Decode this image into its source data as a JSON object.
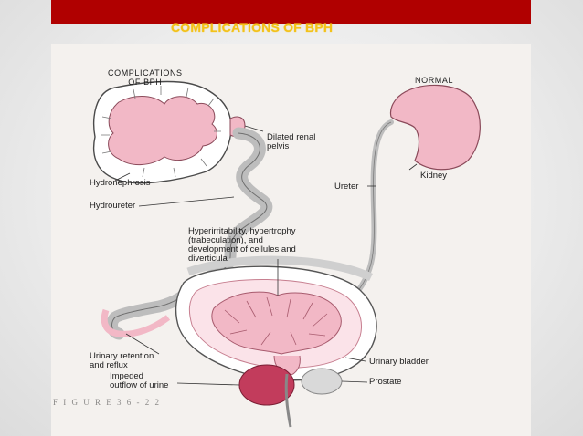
{
  "slide": {
    "title": "COMPLICATIONS OF BPH",
    "colors": {
      "title_bar": "#b00000",
      "title_text": "#f3c21a",
      "tissue": "#f2b8c6",
      "tumor": "#c23c5c"
    }
  },
  "figure": {
    "labels": {
      "complications_header": "COMPLICATIONS\nOF BPH",
      "normal_header": "NORMAL",
      "dilated_pelvis": "Dilated renal\npelvis",
      "hydronephrosis": "Hydronephrosis",
      "hydroureter": "Hydroureter",
      "ureter": "Ureter",
      "kidney": "Kidney",
      "hyperirritability": "Hyperirritability, hypertrophy\n(trabeculation), and\ndevelopment of cellules and\ndiverticula",
      "urinary_retention": "Urinary retention\nand reflux",
      "impeded_outflow": "Impeded\noutflow of urine",
      "urinary_bladder": "Urinary bladder",
      "prostate": "Prostate",
      "figure_caption": "F I G U R E  3 6 - 2 2"
    }
  }
}
